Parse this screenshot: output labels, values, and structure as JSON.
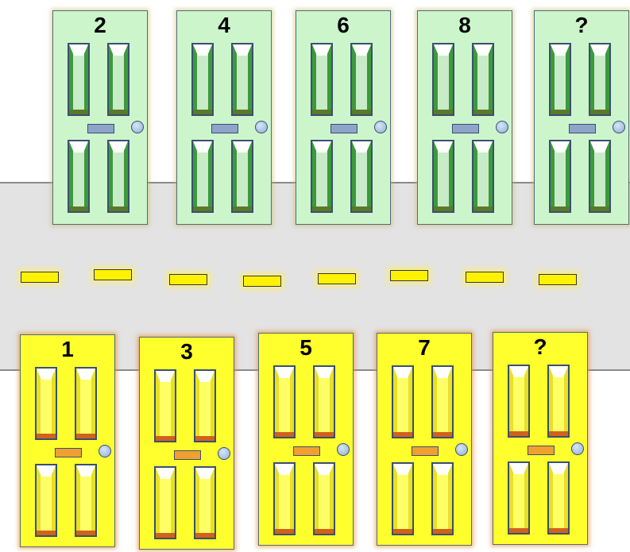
{
  "top_row_doors": [
    {
      "number": "2",
      "color": "#ccf5cc"
    },
    {
      "number": "4",
      "color": "#ccf5cc"
    },
    {
      "number": "6",
      "color": "#ccf5cc"
    },
    {
      "number": "8",
      "color": "#ccf5cc"
    },
    {
      "number": "?",
      "color": "#ccf5cc"
    }
  ],
  "bottom_row_doors": [
    {
      "number": "1",
      "color": "#ffff2e"
    },
    {
      "number": "3",
      "color": "#ffff2e"
    },
    {
      "number": "5",
      "color": "#ffff2e"
    },
    {
      "number": "7",
      "color": "#ffff2e"
    },
    {
      "number": "?",
      "color": "#ffff2e"
    }
  ],
  "road": {
    "color": "#e3e3e3",
    "lane_mark_color": "#fff200",
    "lane_mark_count": 8
  }
}
